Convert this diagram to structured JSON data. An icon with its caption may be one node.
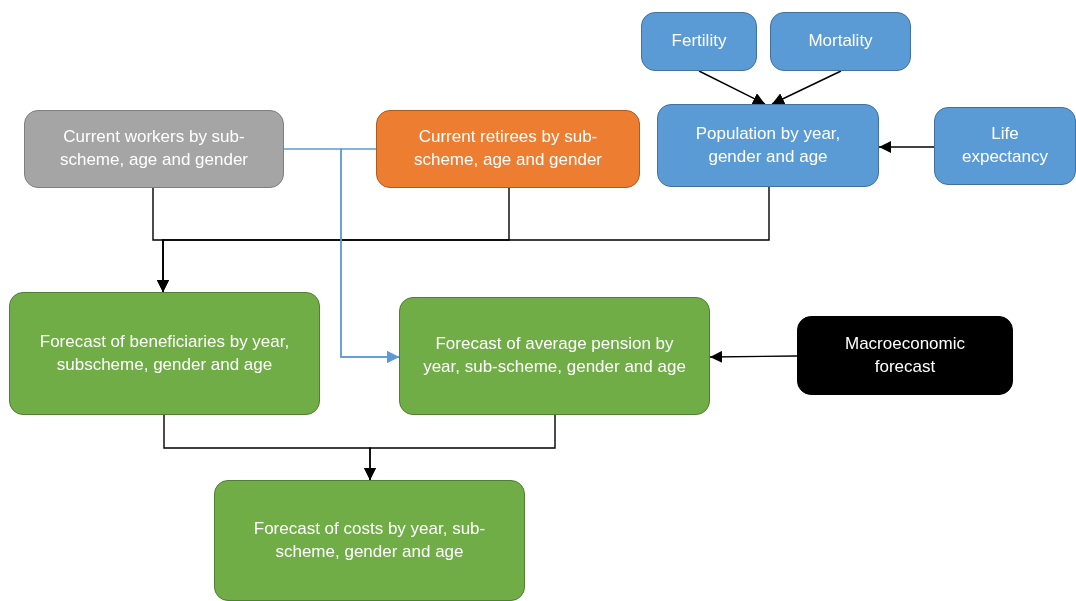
{
  "diagram": {
    "nodes": [
      {
        "text": [
          "Fertility"
        ]
      },
      {
        "text": [
          "Mortality"
        ]
      },
      {
        "text": [
          "Population by year, gender and age"
        ]
      },
      {
        "text": [
          "Life expectancy"
        ]
      },
      {
        "text": [
          "Current workers by sub-scheme, age and gender"
        ]
      },
      {
        "text": [
          "Current retirees by sub-scheme, age and gender"
        ]
      },
      {
        "text": [
          "Macroeconomic forecast"
        ]
      },
      {
        "text": [
          "Forecast of beneficiaries by year, subscheme, gender and age"
        ]
      },
      {
        "text": [
          "Forecast of average pension by year, sub-scheme, gender and age"
        ]
      },
      {
        "text": [
          "Forecast of costs by year, sub-scheme, gender and age"
        ]
      }
    ],
    "edges": [
      {
        "from": 0,
        "to": 2,
        "arrow": "to"
      },
      {
        "from": 1,
        "to": 2,
        "arrow": "to"
      },
      {
        "from": 3,
        "to": 2,
        "arrow": "to"
      },
      {
        "from": 4,
        "to": 7,
        "arrow": "to"
      },
      {
        "from": 5,
        "to": 7,
        "arrow": "to"
      },
      {
        "from": 2,
        "to": 7,
        "arrow": "to"
      },
      {
        "from": 4,
        "to": 8,
        "arrow": "to",
        "color": "#5b9bd5"
      },
      {
        "from": 5,
        "to": 8,
        "arrow": "to",
        "color": "#5b9bd5"
      },
      {
        "from": 6,
        "to": 8,
        "arrow": "to"
      },
      {
        "from": 7,
        "to": 9,
        "arrow": "to"
      },
      {
        "from": 8,
        "to": 9,
        "arrow": "to"
      }
    ]
  }
}
